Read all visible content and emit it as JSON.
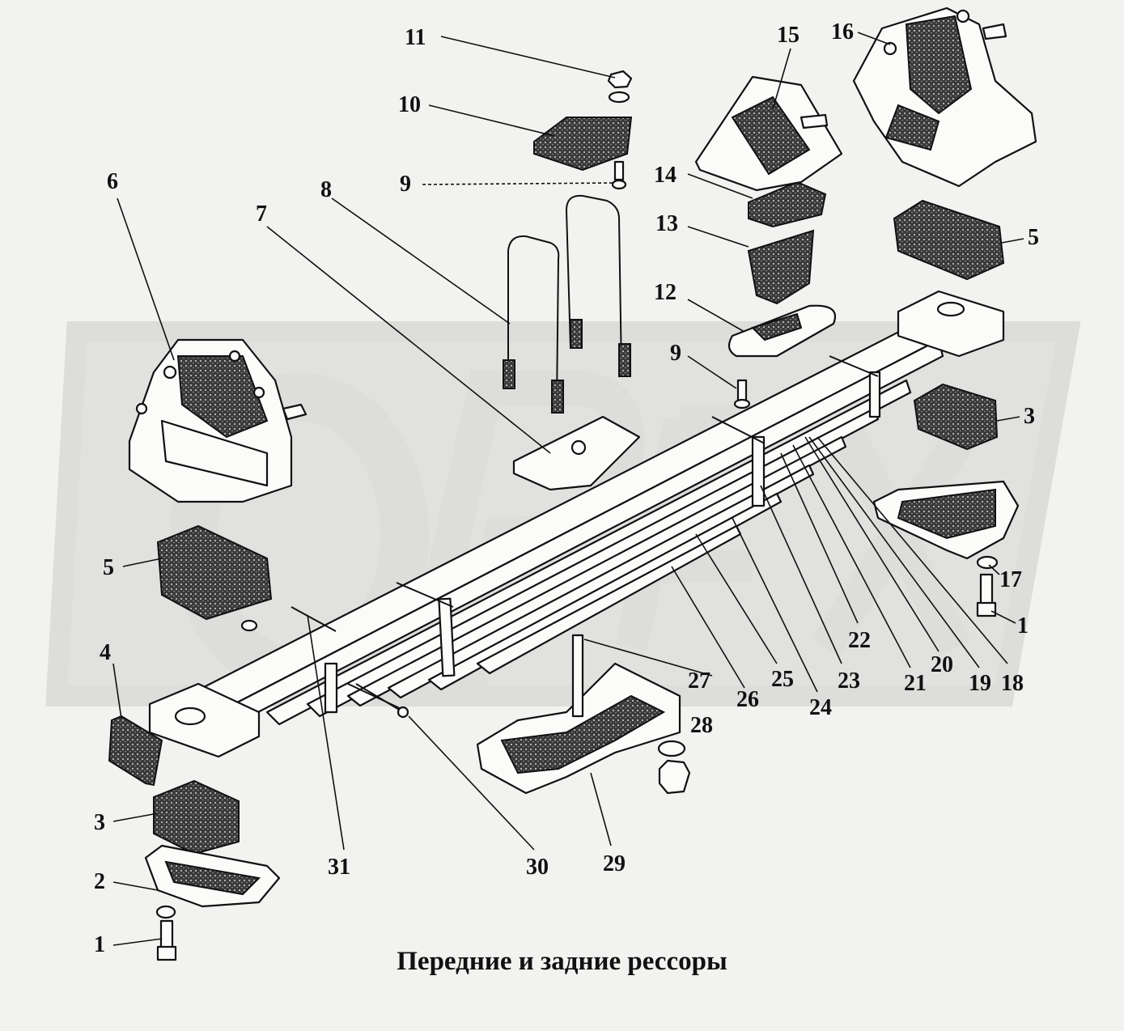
{
  "caption": "Передние и задние рессоры",
  "watermark": "OPEX",
  "callouts": [
    {
      "id": "c11",
      "text": "11",
      "part": "nut"
    },
    {
      "id": "c10",
      "text": "10",
      "part": "clamp-plate"
    },
    {
      "id": "c9a",
      "text": "9",
      "part": "bolt"
    },
    {
      "id": "c8",
      "text": "8",
      "part": "u-bolt"
    },
    {
      "id": "c7",
      "text": "7",
      "part": "spring-pad"
    },
    {
      "id": "c6",
      "text": "6",
      "part": "front-bracket"
    },
    {
      "id": "c5a",
      "text": "5",
      "part": "rubber-cushion"
    },
    {
      "id": "c4",
      "text": "4",
      "part": "rubber-block"
    },
    {
      "id": "c3a",
      "text": "3",
      "part": "rubber-cushion"
    },
    {
      "id": "c2",
      "text": "2",
      "part": "bracket-cover"
    },
    {
      "id": "c1a",
      "text": "1",
      "part": "bolt"
    },
    {
      "id": "c31",
      "text": "31",
      "part": "clamp-bolt"
    },
    {
      "id": "c30",
      "text": "30",
      "part": "centre-bolt"
    },
    {
      "id": "c29",
      "text": "29",
      "part": "spring-seat"
    },
    {
      "id": "c28",
      "text": "28",
      "part": "nut"
    },
    {
      "id": "c27",
      "text": "27",
      "part": "stud"
    },
    {
      "id": "c26",
      "text": "26",
      "part": "leaf"
    },
    {
      "id": "c25",
      "text": "25",
      "part": "leaf"
    },
    {
      "id": "c24",
      "text": "24",
      "part": "leaf"
    },
    {
      "id": "c23",
      "text": "23",
      "part": "leaf"
    },
    {
      "id": "c22",
      "text": "22",
      "part": "leaf"
    },
    {
      "id": "c21",
      "text": "21",
      "part": "leaf"
    },
    {
      "id": "c20",
      "text": "20",
      "part": "leaf"
    },
    {
      "id": "c19",
      "text": "19",
      "part": "leaf"
    },
    {
      "id": "c18",
      "text": "18",
      "part": "leaf"
    },
    {
      "id": "c1b",
      "text": "1",
      "part": "bolt"
    },
    {
      "id": "c17",
      "text": "17",
      "part": "washer"
    },
    {
      "id": "c3b",
      "text": "3",
      "part": "rubber-cushion"
    },
    {
      "id": "c5b",
      "text": "5",
      "part": "rubber-cushion"
    },
    {
      "id": "c12",
      "text": "12",
      "part": "bump-stop-plate"
    },
    {
      "id": "c9b",
      "text": "9",
      "part": "bolt"
    },
    {
      "id": "c13",
      "text": "13",
      "part": "bump-stop"
    },
    {
      "id": "c14",
      "text": "14",
      "part": "pad"
    },
    {
      "id": "c15",
      "text": "15",
      "part": "bump-stop-bracket"
    },
    {
      "id": "c16",
      "text": "16",
      "part": "rear-bracket"
    }
  ]
}
